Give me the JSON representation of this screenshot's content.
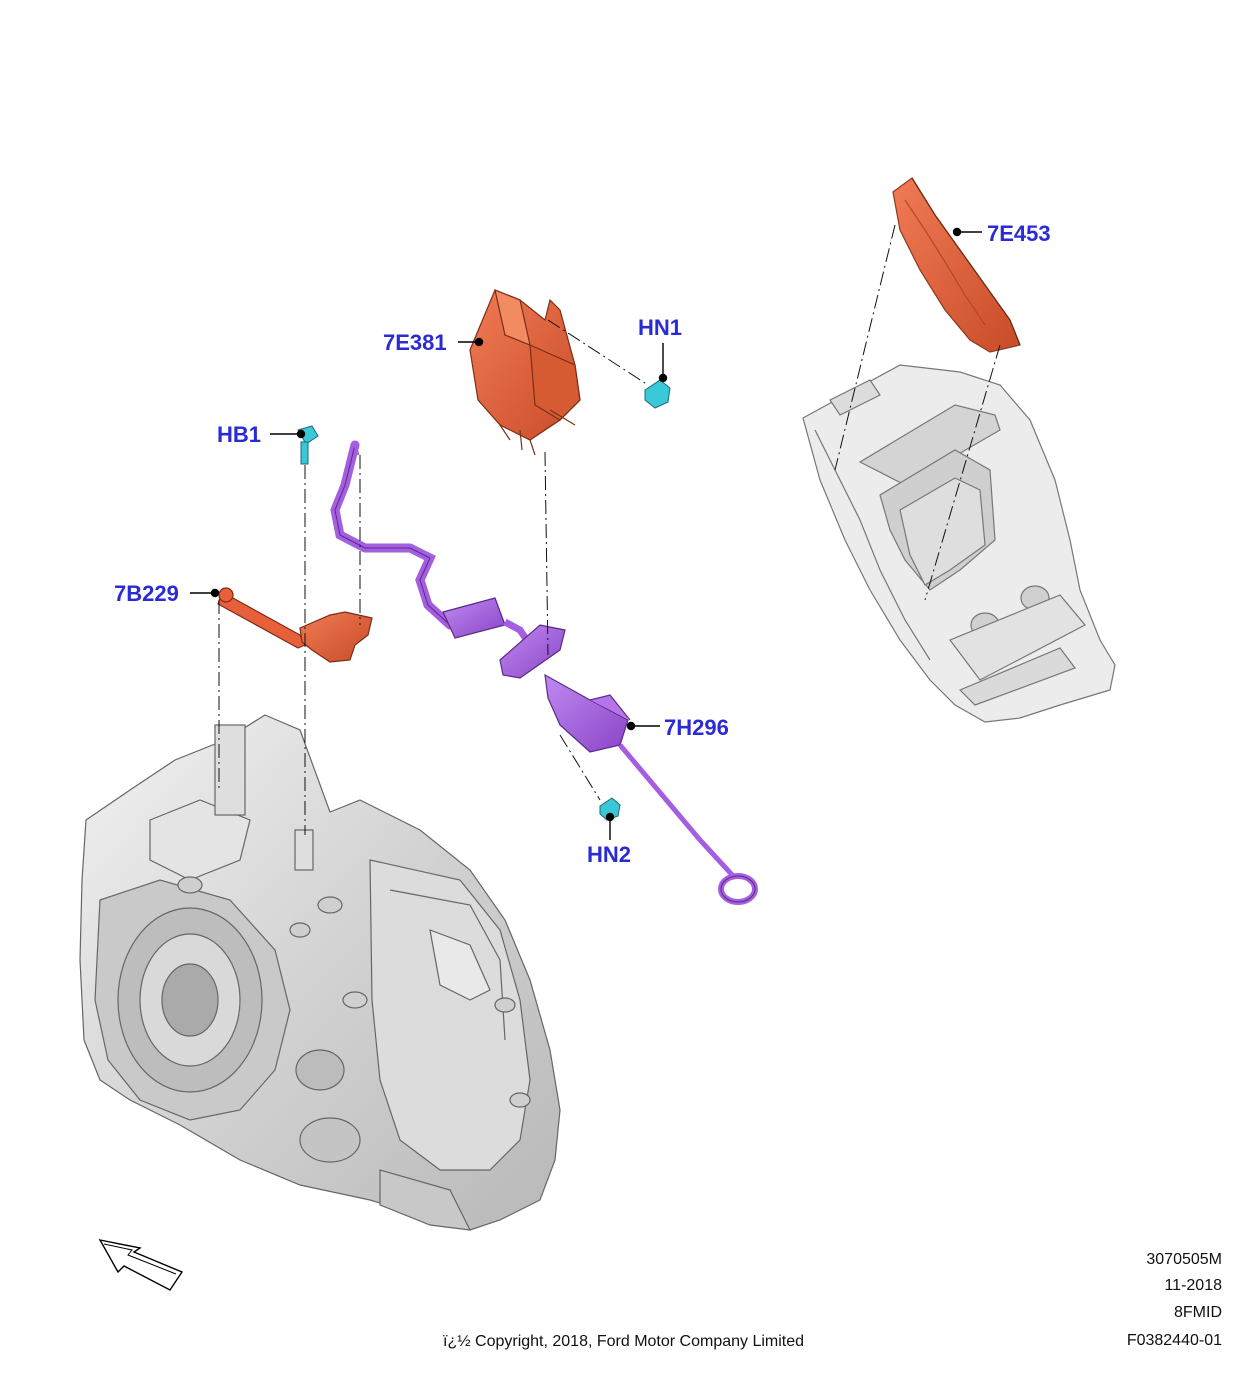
{
  "callouts": {
    "hb1": "HB1",
    "b7229": "7B229",
    "e7381": "7E381",
    "hn1": "HN1",
    "e7453": "7E453",
    "h7296": "7H296",
    "hn2": "HN2"
  },
  "footer": {
    "drawing_number": "3070505M",
    "date": "11-2018",
    "model_code": "8FMID",
    "figure_id": "F0382440-01",
    "copyright": "ï¿½ Copyright, 2018, Ford Motor Company Limited"
  },
  "colors": {
    "callout_text": "#2b2bd6",
    "part_orange": "#e8603a",
    "part_purple": "#a45ee0",
    "part_cyan": "#38c8d8",
    "housing_gray": "#d6d6d6",
    "console_gray": "#ebebeb"
  },
  "icons": {
    "orientation_arrow": "arrow-up-left-icon"
  }
}
